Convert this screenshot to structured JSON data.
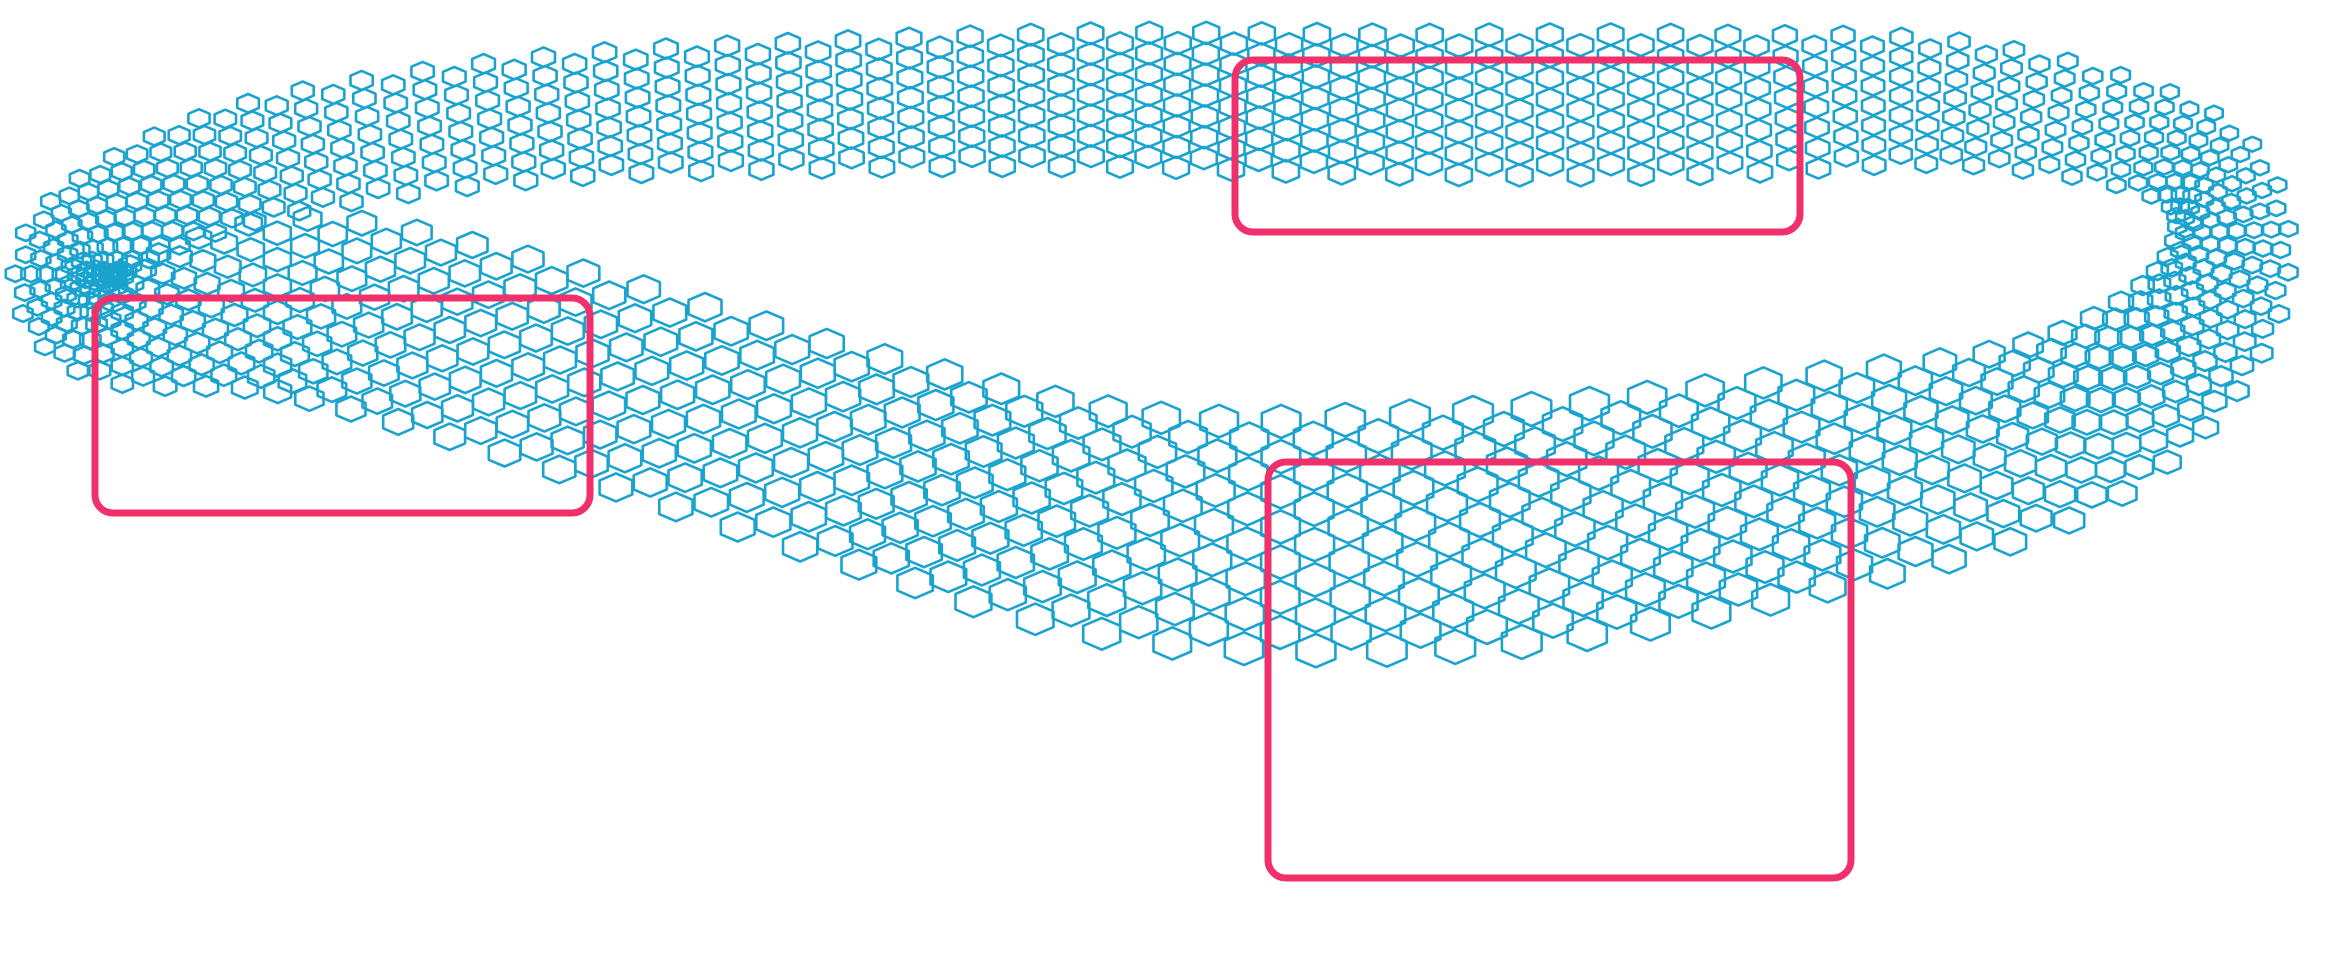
{
  "colors": {
    "background": "#ffffff",
    "mesh_stroke": "#1aa3cf",
    "highlight_stroke": "#f0306a"
  },
  "figure": {
    "subject": "hexagonal-lattice-mobius-strip",
    "highlight_regions": [
      {
        "id": "upper-right"
      },
      {
        "id": "left"
      },
      {
        "id": "lower-center"
      }
    ]
  }
}
